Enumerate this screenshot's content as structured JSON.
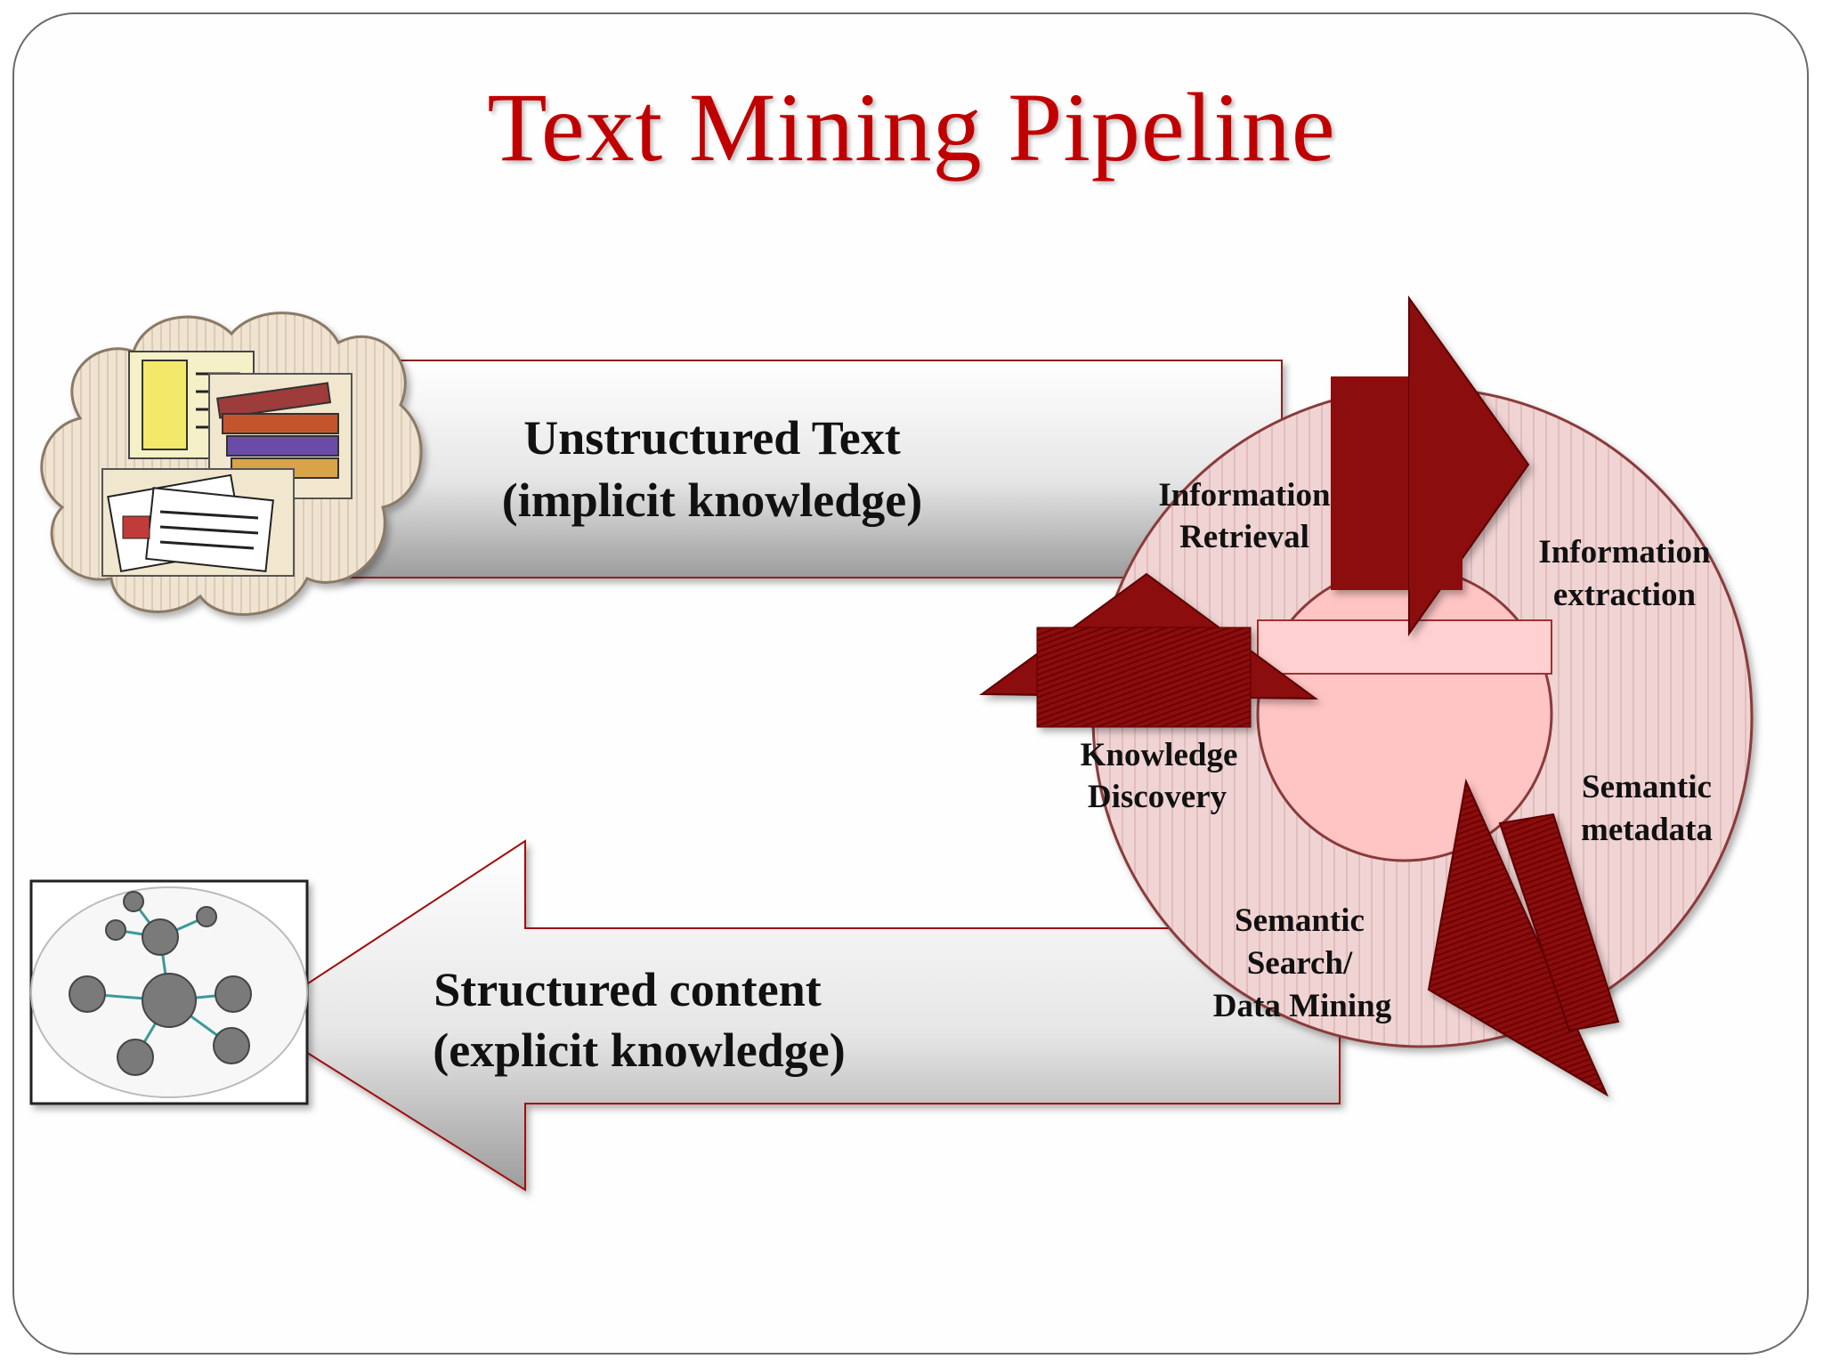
{
  "slide": {
    "title": "Text Mining Pipeline",
    "top_arrow": {
      "line1": "Unstructured Text",
      "line2": "(implicit knowledge)"
    },
    "bottom_arrow": {
      "line1": "Structured content",
      "line2": "(explicit knowledge)"
    },
    "cycle": {
      "information_retrieval": [
        "Information",
        "Retrieval"
      ],
      "information_extraction": [
        "Information",
        "extraction"
      ],
      "semantic_metadata": [
        "Semantic",
        "metadata"
      ],
      "semantic_search": [
        "Semantic",
        "Search/",
        "Data Mining"
      ],
      "knowledge_discovery": [
        "Knowledge",
        "Discovery"
      ]
    },
    "colors": {
      "title": "#c00000",
      "arrow_dark": "#8b0a0a",
      "circle_fill": "#f2d6d6",
      "inner_fill": "#ffc4c4"
    },
    "icons": {
      "documents": "documents-cloud-icon",
      "network": "network-graph-icon"
    }
  }
}
